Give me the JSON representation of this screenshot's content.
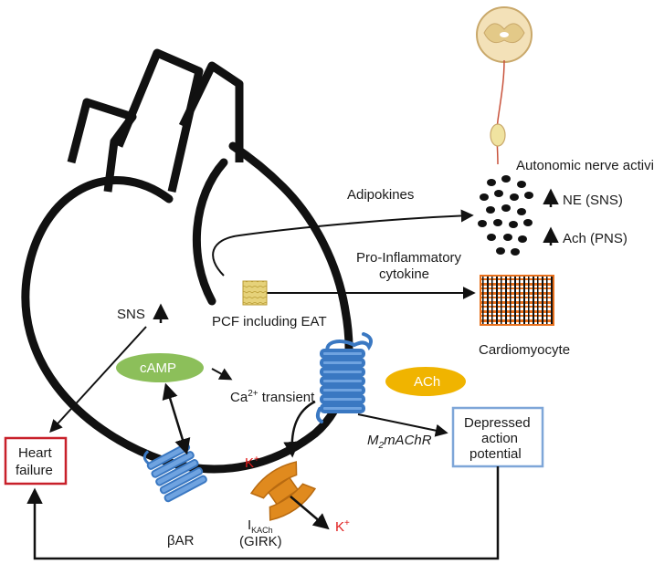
{
  "labels": {
    "autonomic_nerve_activity": "Autonomic nerve activity",
    "adipokines": "Adipokines",
    "ne_sns": "NE (SNS)",
    "ach_pns": "Ach (PNS)",
    "pro_inflammatory_line1": "Pro-Inflammatory",
    "pro_inflammatory_line2": "cytokine",
    "sns": "SNS",
    "pcf_including_eat": "PCF including EAT",
    "cardiomyocyte": "Cardiomyocyte",
    "camp": "cAMP",
    "ca_prefix": "Ca",
    "ca_superscript": "2+",
    "ca_suffix": " transient",
    "ach_ellipse": "ACh",
    "depressed_line1": "Depressed",
    "depressed_line2": "action",
    "depressed_line3": "potential",
    "m2machr_m": "M",
    "m2machr_sub": "2",
    "m2machr_rest": "mAChR",
    "heart_failure_line1": "Heart",
    "heart_failure_line2": "failure",
    "k_inside": "K",
    "k_outside": "K",
    "k_superscript": "+",
    "beta_ar": "βAR",
    "ikach_i": "I",
    "ikach_sub": "KACh",
    "girk": "(GIRK)"
  },
  "colors": {
    "heart_outline": "#111111",
    "camp_fill": "#8cbf5a",
    "ach_fill": "#f0b400",
    "receptor_blue": "#3a78c2",
    "channel_orange": "#e08a1e",
    "heart_failure_border": "#c8202a",
    "depressed_border": "#7ea6d8",
    "k_red": "#e01b1b",
    "cardiomyocyte_orange": "#e8701c",
    "pcf_yellow": "#e6d27a"
  },
  "icons": {
    "spinal_cord": "spinal-cord-cross-section-icon",
    "up_arrow": "up-arrow-icon",
    "receptor": "seven-transmembrane-receptor-icon",
    "channel": "ion-channel-icon"
  }
}
